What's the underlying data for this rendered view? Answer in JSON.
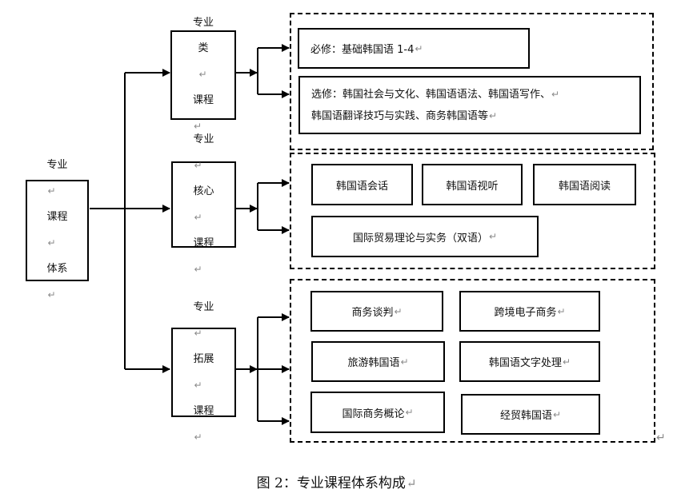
{
  "root": {
    "lines": [
      "专业",
      "课程",
      "体系"
    ]
  },
  "branches": [
    {
      "id": "major-courses",
      "lines": [
        "专业",
        "类",
        "课程"
      ],
      "items": [
        {
          "lines": [
            "必修：基础韩国语 1-4"
          ]
        },
        {
          "lines": [
            "选修：韩国社会与文化、韩国语语法、韩国语写作、",
            "韩国语翻译技巧与实践、商务韩国语等"
          ]
        }
      ]
    },
    {
      "id": "core-courses",
      "lines": [
        "专业",
        "核心",
        "课程"
      ],
      "items": [
        {
          "lines": [
            "韩国语会话"
          ]
        },
        {
          "lines": [
            "韩国语视听"
          ]
        },
        {
          "lines": [
            "韩国语阅读"
          ]
        },
        {
          "lines": [
            "国际贸易理论与实务（双语）"
          ]
        }
      ]
    },
    {
      "id": "extension-courses",
      "lines": [
        "专业",
        "拓展",
        "课程"
      ],
      "items": [
        {
          "lines": [
            "商务谈判"
          ]
        },
        {
          "lines": [
            "跨境电子商务"
          ]
        },
        {
          "lines": [
            "旅游韩国语"
          ]
        },
        {
          "lines": [
            "韩国语文字处理"
          ]
        },
        {
          "lines": [
            "国际商务概论"
          ]
        },
        {
          "lines": [
            "经贸韩国语"
          ]
        }
      ]
    }
  ],
  "paragraph_mark": "↵",
  "caption": "图 2：专业课程体系构成"
}
